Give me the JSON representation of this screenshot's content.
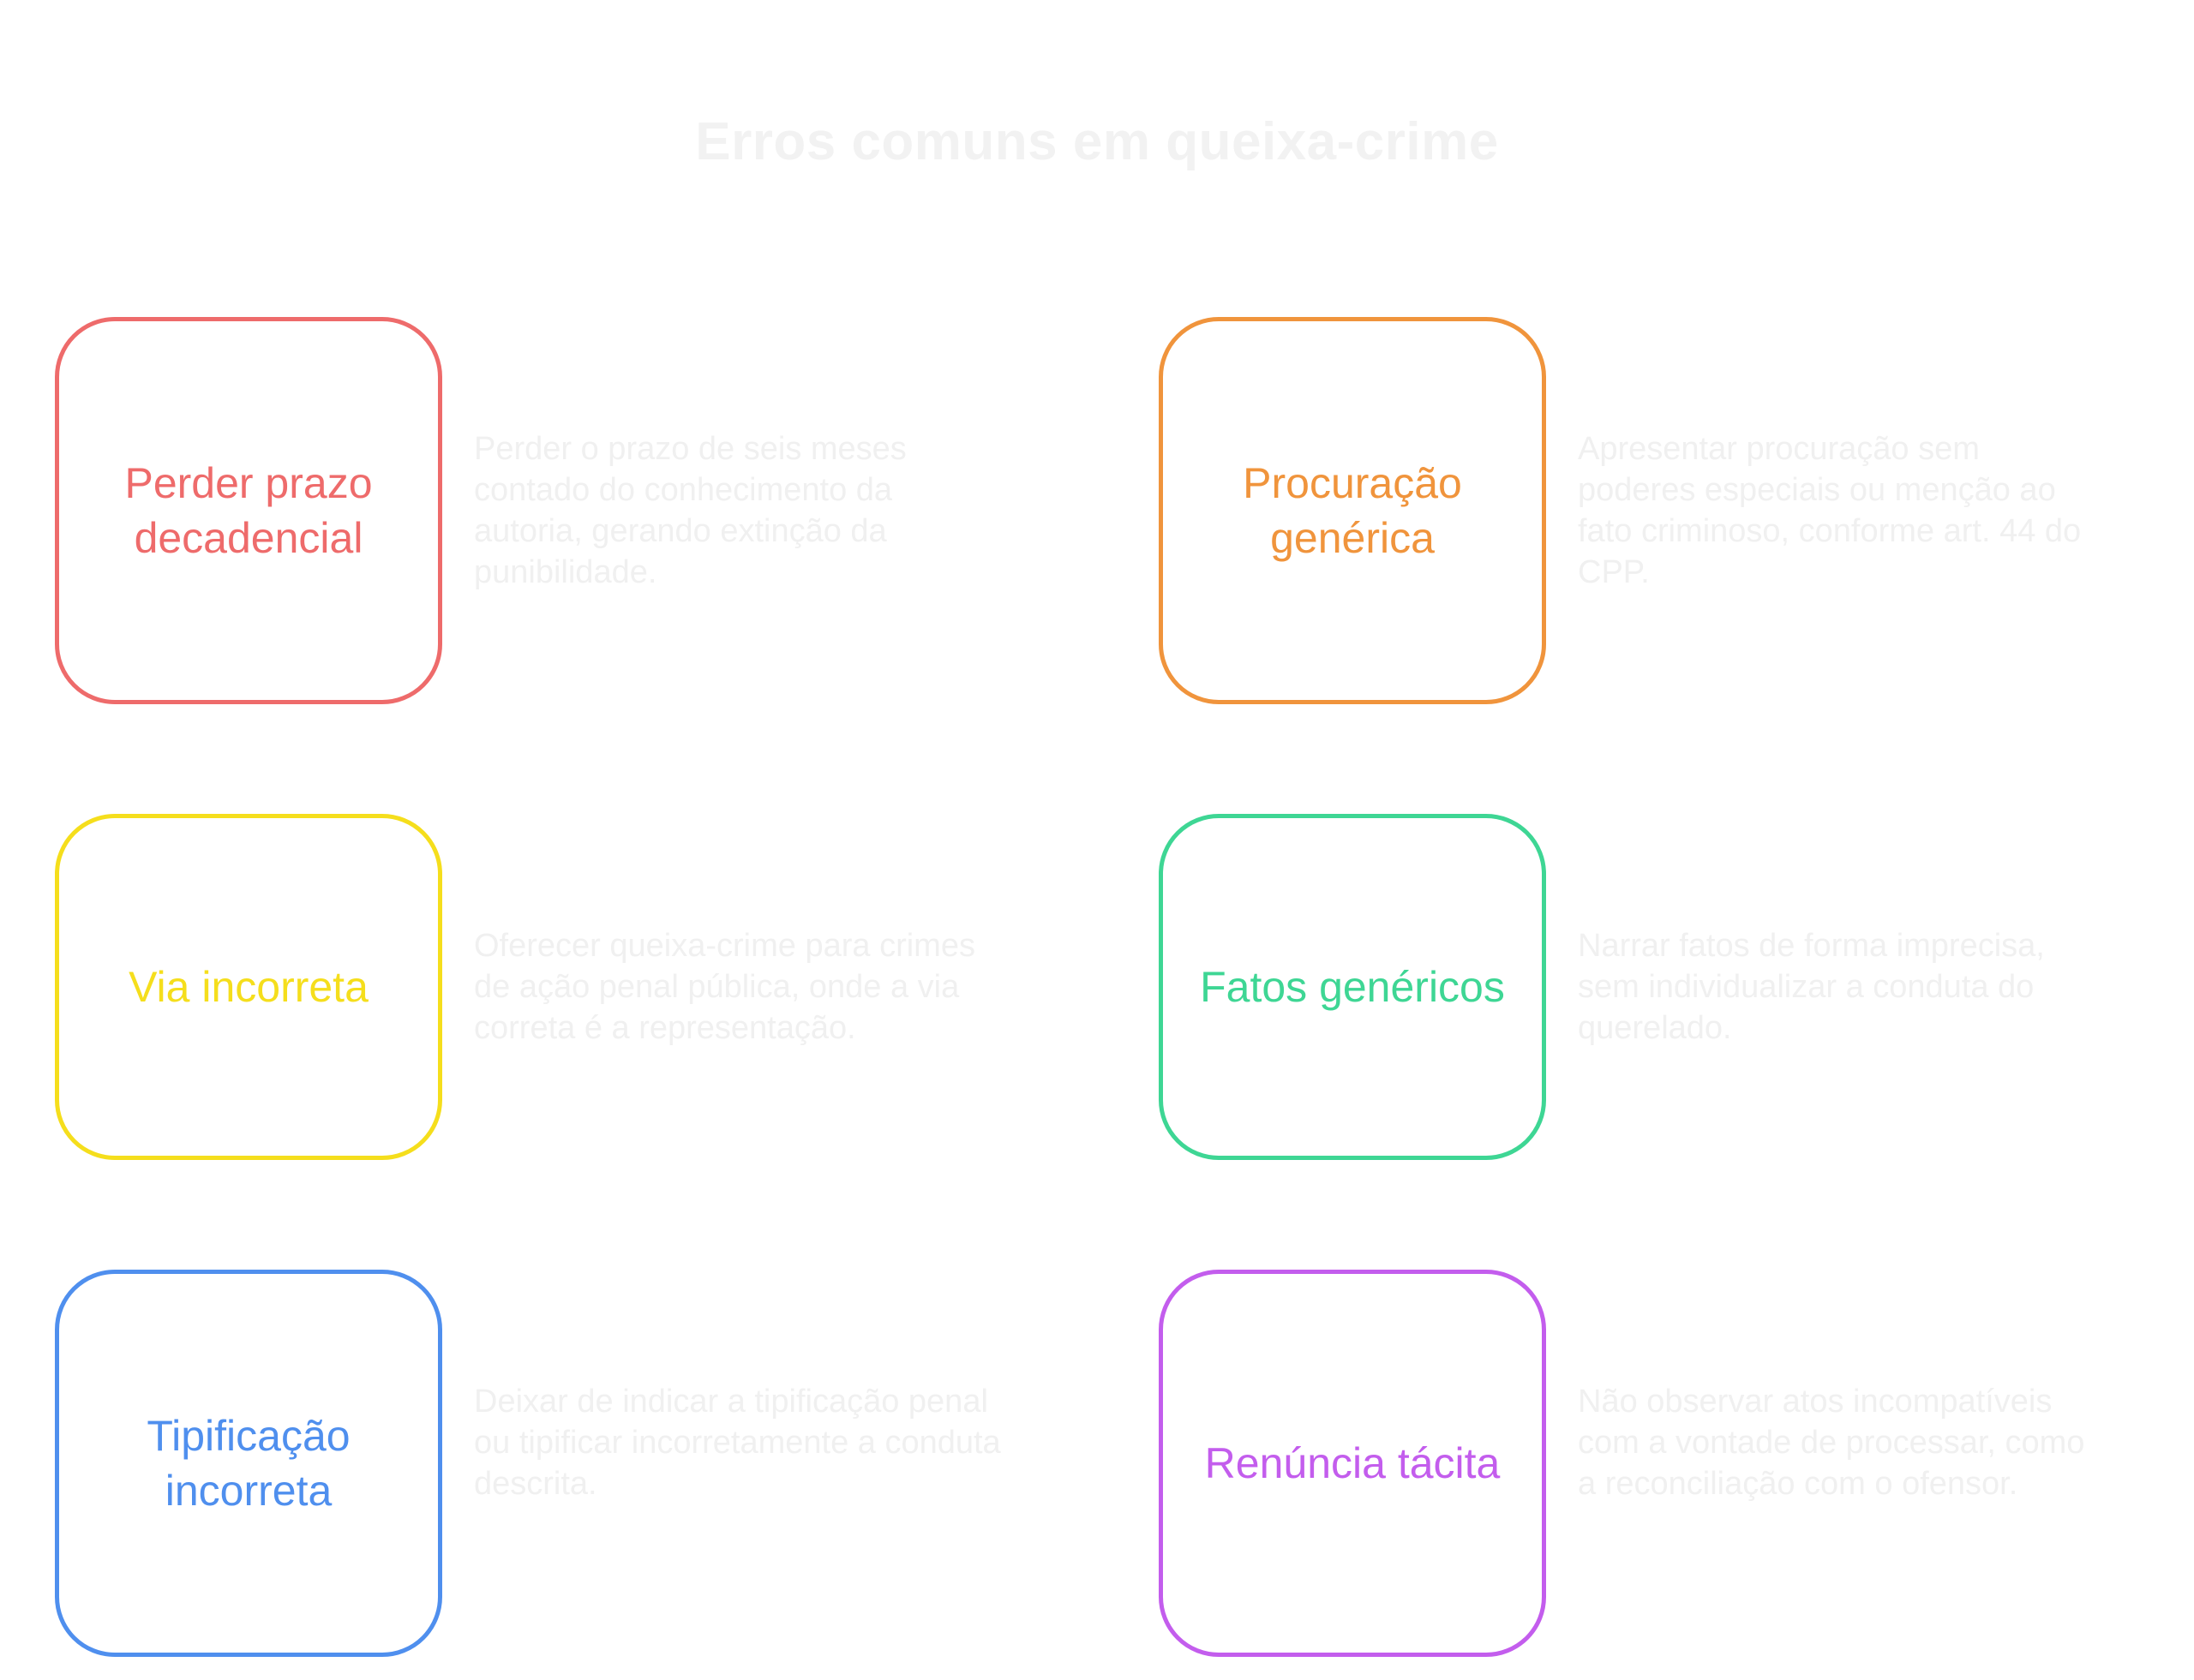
{
  "title": "Erros comuns em queixa-crime",
  "items": [
    {
      "label": "Perder prazo decadencial",
      "description": "Perder o prazo de seis meses contado do conhecimento da autoria, gerando extinção da punibilidade.",
      "color": "#ee6b6b"
    },
    {
      "label": "Procuração genérica",
      "description": "Apresentar procuração sem poderes especiais ou menção ao fato criminoso, conforme art. 44 do CPP.",
      "color": "#f0943c"
    },
    {
      "label": "Via incorreta",
      "description": "Oferecer queixa-crime para crimes de ação penal pública, onde a via correta é a representação.",
      "color": "#f5de1c"
    },
    {
      "label": "Fatos genéricos",
      "description": "Narrar fatos de forma imprecisa, sem individualizar a conduta do querelado.",
      "color": "#3ed694"
    },
    {
      "label": "Tipificação incorreta",
      "description": "Deixar de indicar a tipificação penal ou tipificar incorretamente a conduta descrita.",
      "color": "#4f8fee"
    },
    {
      "label": "Renúncia tácita",
      "description": "Não observar atos incompatíveis com a vontade de processar, como a reconciliação com o ofensor.",
      "color": "#c35ded"
    }
  ]
}
